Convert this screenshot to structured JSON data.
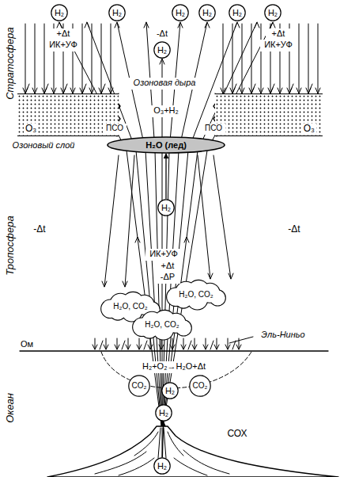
{
  "diagram": {
    "nodes": [
      {
        "text": [
          "H₂"
        ]
      },
      {
        "text": [
          "H₂"
        ]
      },
      {
        "text": [
          "H₂"
        ]
      },
      {
        "text": [
          "H₂"
        ]
      },
      {
        "text": [
          "H₂"
        ]
      },
      {
        "text": [
          "H₂"
        ]
      },
      {
        "text": [
          "H₂"
        ]
      },
      {
        "text": [
          "O₃"
        ]
      },
      {
        "text": [
          "O₃"
        ]
      },
      {
        "text": [
          "H₂O (лед)"
        ]
      },
      {
        "text": [
          "H₂"
        ]
      },
      {
        "text": [
          "H₂O, CO₂"
        ]
      },
      {
        "text": [
          "H₂O, CO₂"
        ]
      },
      {
        "text": [
          "H₂O, CO₂"
        ]
      },
      {
        "text": [
          "CO₂"
        ]
      },
      {
        "text": [
          "H₂"
        ]
      },
      {
        "text": [
          "CO₂"
        ]
      },
      {
        "text": [
          "H₂"
        ]
      },
      {
        "text": [
          "H₂"
        ]
      }
    ],
    "edges": [
      {
        "from": 18,
        "to": 17,
        "arrow": "to"
      },
      {
        "from": 10,
        "to": 9,
        "arrow": "to"
      }
    ],
    "labels": [
      "Стратосфера",
      "+Δt",
      "ИК+УФ",
      "-Δt",
      "+Δt",
      "ИК+УФ",
      "Озоновая дыра",
      "O₃+H₂",
      "ПСО",
      "ПСО",
      "Озоновый слой",
      "Тропосфера",
      "-Δt",
      "-Δt",
      "ИК+УФ",
      "+Δt",
      "-ΔP",
      "Эль-Ниньо",
      "Ом",
      "Океан",
      "H₂+O₂→H₂O+Δt",
      "СОХ"
    ]
  }
}
